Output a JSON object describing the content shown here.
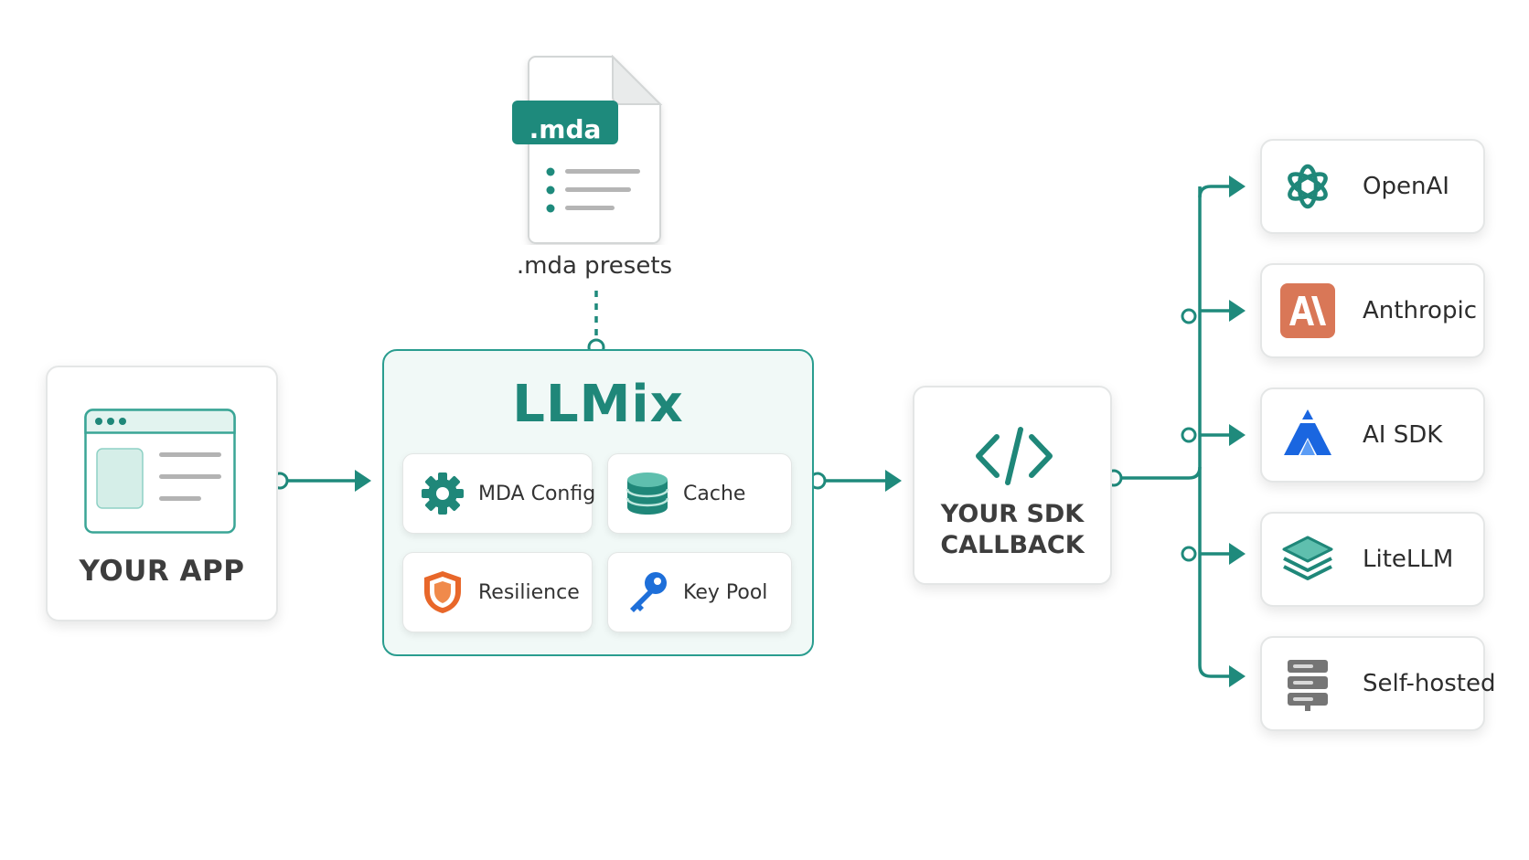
{
  "app": {
    "label": "YOUR APP"
  },
  "preset": {
    "badge": ".mda",
    "caption": ".mda presets"
  },
  "llmix": {
    "title": "LLMix",
    "modules": [
      {
        "label": "MDA Config",
        "icon": "gear-icon"
      },
      {
        "label": "Cache",
        "icon": "database-icon"
      },
      {
        "label": "Resilience",
        "icon": "shield-icon"
      },
      {
        "label": "Key Pool",
        "icon": "key-icon"
      }
    ]
  },
  "sdk": {
    "line1": "YOUR SDK",
    "line2": "CALLBACK",
    "icon": "code-icon"
  },
  "providers": [
    {
      "label": "OpenAI",
      "icon": "openai-icon"
    },
    {
      "label": "Anthropic",
      "icon": "anthropic-icon"
    },
    {
      "label": "AI SDK",
      "icon": "ai-sdk-icon"
    },
    {
      "label": "LiteLLM",
      "icon": "litellm-icon"
    },
    {
      "label": "Self-hosted",
      "icon": "server-icon"
    }
  ],
  "colors": {
    "accent": "#1f8779",
    "connector": "#1f8a7c",
    "container_bg": "#f1f9f7",
    "shield": "#e8672a",
    "key": "#1e6fd9",
    "anthropic": "#d97757",
    "ai_sdk": "#1a66e0"
  }
}
